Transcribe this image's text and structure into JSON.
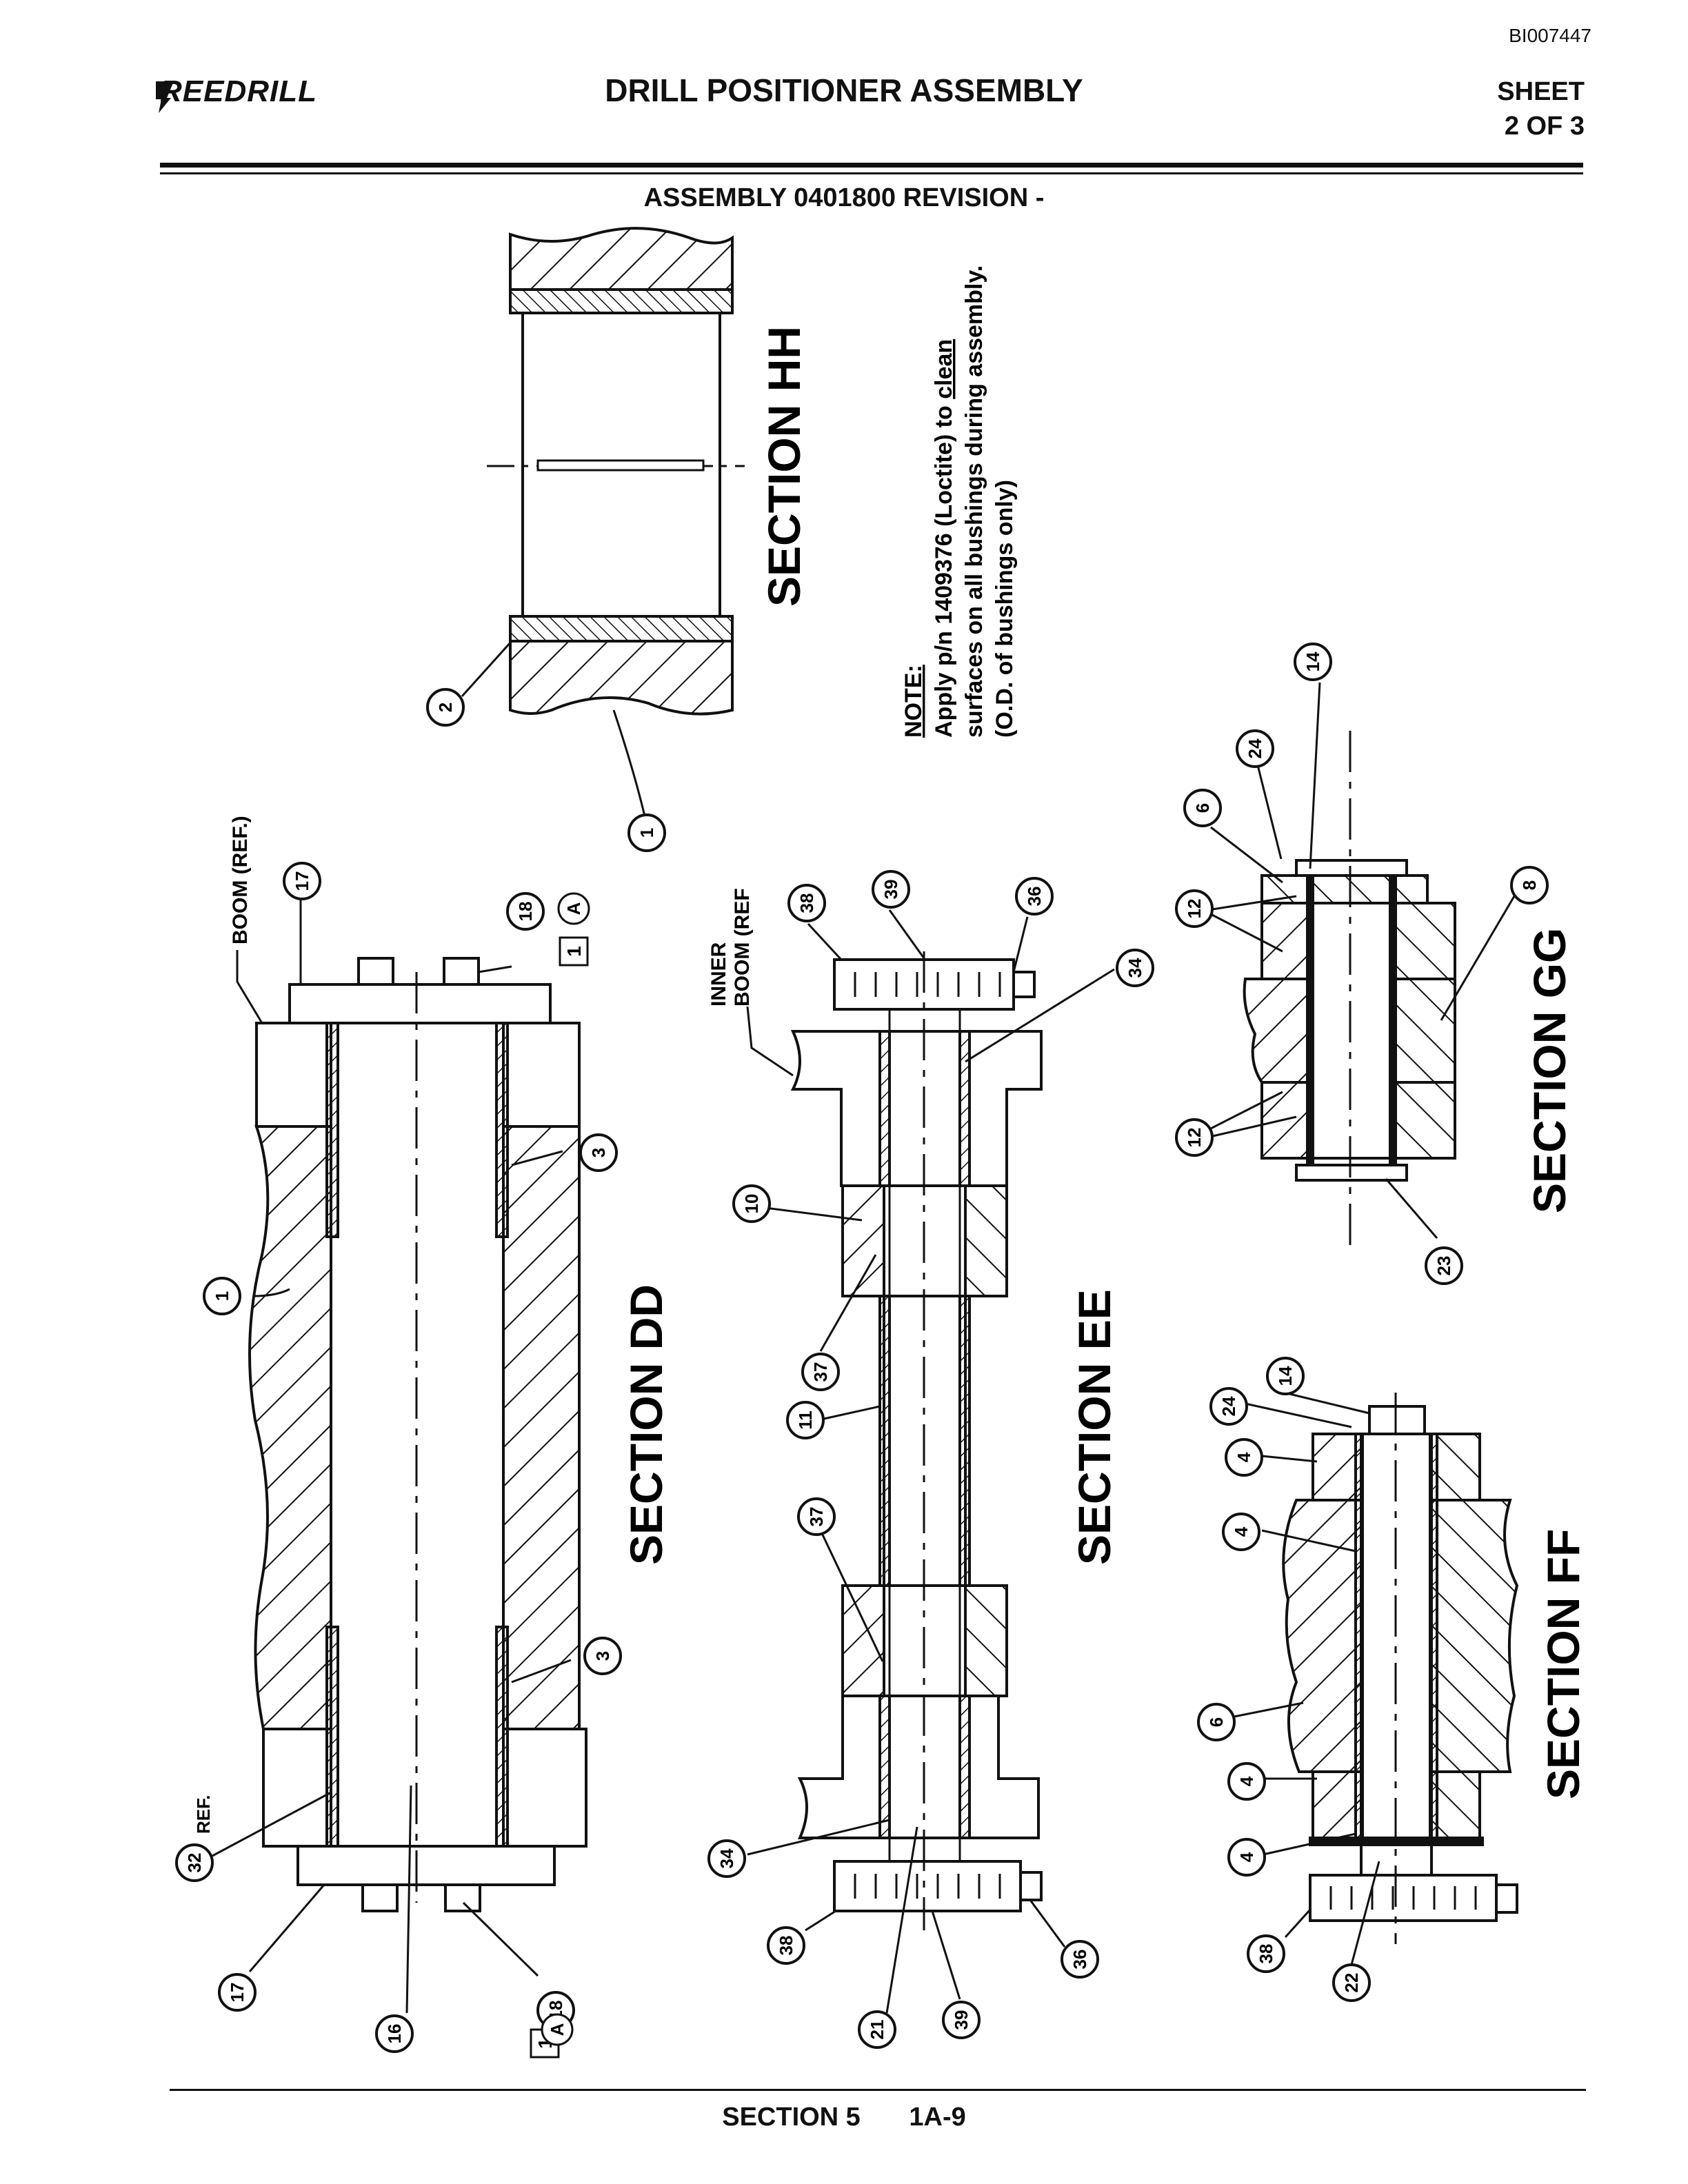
{
  "header": {
    "doc_id": "BI007447",
    "brand": "REEDRILL",
    "title": "DRILL POSITIONER ASSEMBLY",
    "sheet_line1": "SHEET",
    "sheet_line2": "2 OF 3",
    "assembly": "ASSEMBLY 0401800 REVISION -"
  },
  "note": {
    "heading": "NOTE:",
    "line1_pre": "Apply p/n 1409376 (Loctite) to ",
    "line1_clean": "clean",
    "line2": "surfaces on all bushings during assembly.",
    "line3": "(O.D. of bushings only)"
  },
  "sections": {
    "hh": "SECTION HH",
    "dd": "SECTION DD",
    "ee": "SECTION EE",
    "gg": "SECTION GG",
    "ff": "SECTION FF"
  },
  "labels": {
    "boom_ref": "BOOM (REF.)",
    "inner_boom_ref_1": "INNER",
    "inner_boom_ref_2": "BOOM (REF",
    "ref_32": "REF.",
    "box_1": "1",
    "letter_a": "A"
  },
  "balloons": {
    "hh": [
      "2",
      "1"
    ],
    "dd": [
      "17",
      "18",
      "3",
      "1",
      "3",
      "32",
      "17",
      "16",
      "18"
    ],
    "ee": [
      "38",
      "39",
      "36",
      "34",
      "10",
      "37",
      "11",
      "37",
      "34",
      "38",
      "21",
      "39",
      "36"
    ],
    "gg": [
      "14",
      "24",
      "6",
      "12",
      "8",
      "12",
      "23"
    ],
    "ff": [
      "24",
      "14",
      "4",
      "4",
      "6",
      "4",
      "4",
      "38",
      "22"
    ]
  },
  "footer": {
    "section": "SECTION 5",
    "page": "1A-9"
  }
}
